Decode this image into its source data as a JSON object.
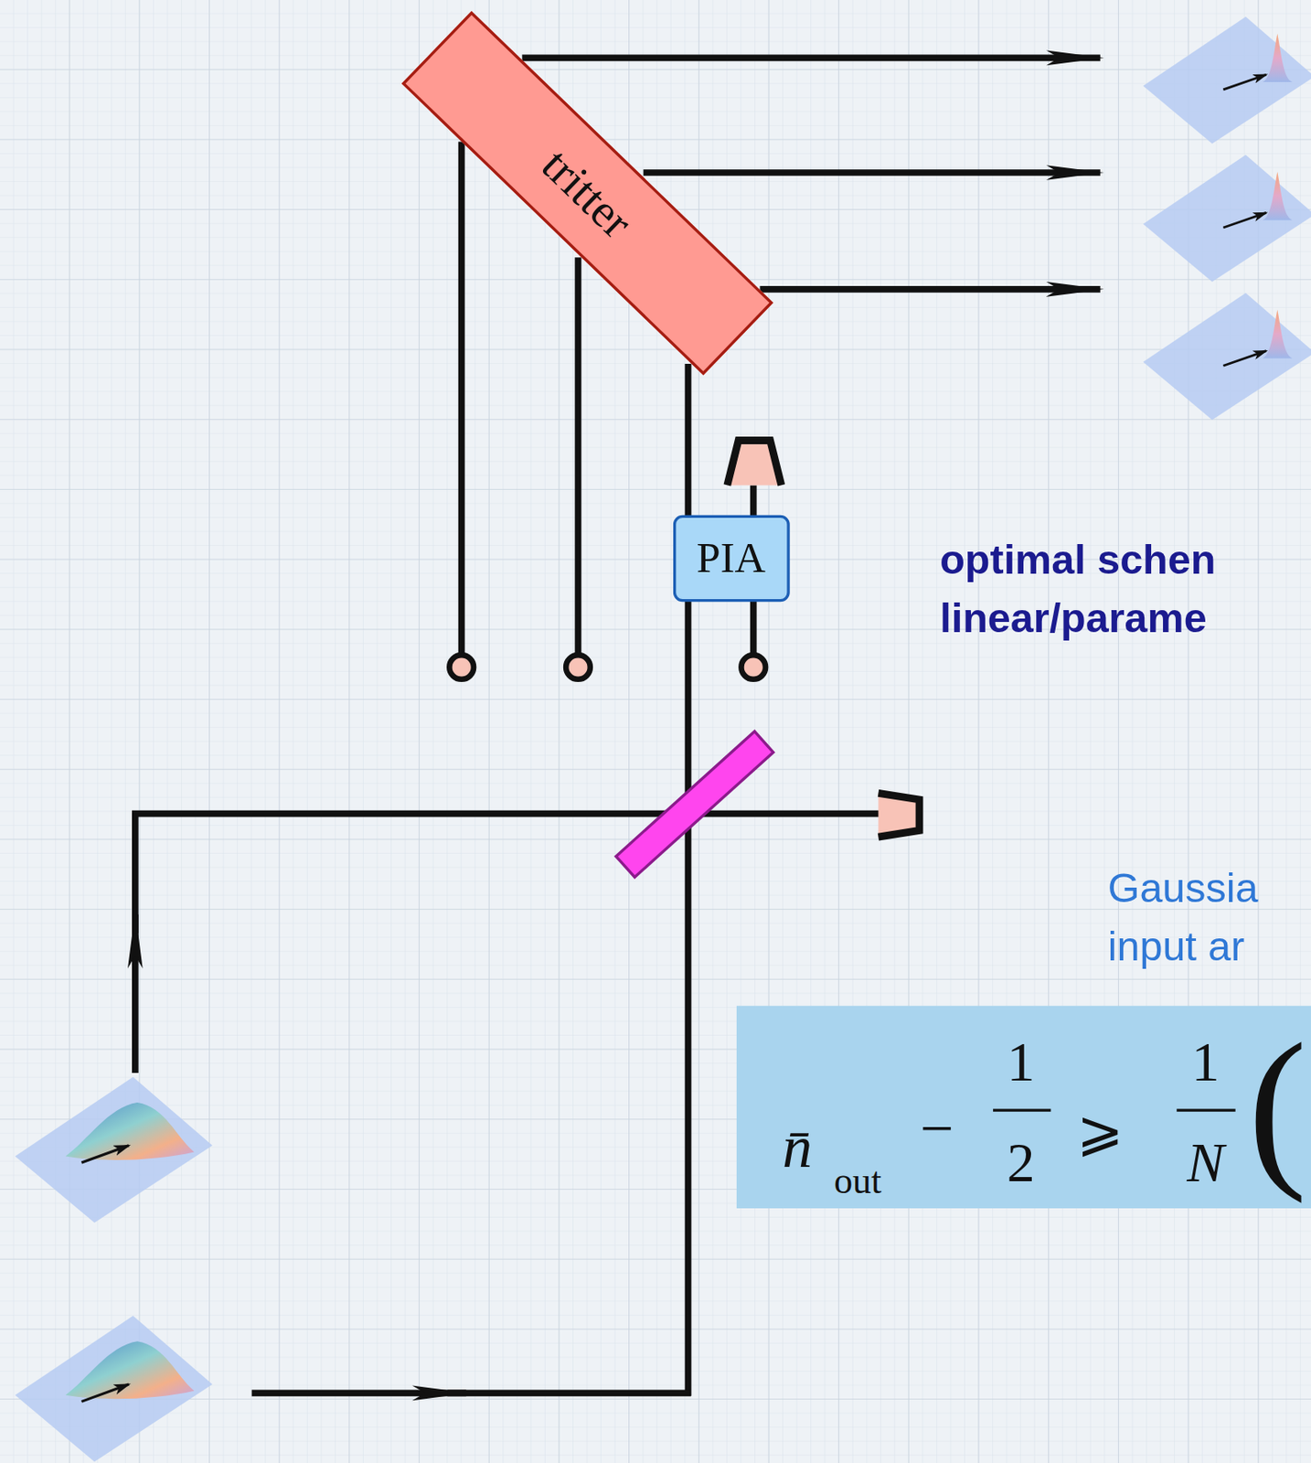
{
  "diagram": {
    "nodes": [
      {
        "text": [
          "tritter"
        ]
      },
      {
        "text": [
          "PIA"
        ]
      },
      {
        "text": [
          "n̄",
          "out",
          "−",
          "1",
          "2",
          "⩾",
          "1",
          "N",
          "("
        ]
      }
    ],
    "labels": [
      "optimal schen",
      "linear/parame",
      "Gaussia",
      "input ar"
    ]
  }
}
